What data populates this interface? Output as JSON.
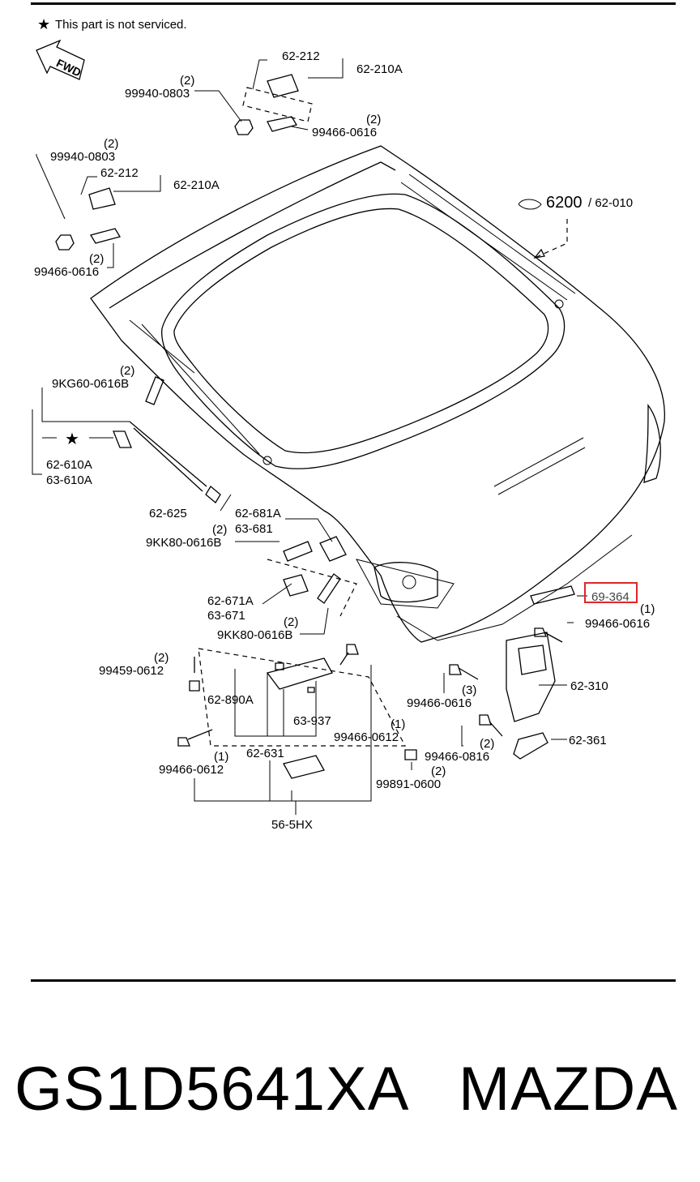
{
  "note": "This part is not serviced.",
  "fwd": "FWD",
  "labels": {
    "l_62212a": "62-212",
    "l_62210a_a": "62-210A",
    "l_q2_a": "(2)",
    "l_99940_a": "99940-0803",
    "l_q2_b": "(2)",
    "l_99466_a": "99466-0616",
    "l_q2_c": "(2)",
    "l_99940_b": "99940-0803",
    "l_62212b": "62-212",
    "l_62210a_b": "62-210A",
    "l_q2_d": "(2)",
    "l_99466_b": "99466-0616",
    "l_6200": "6200",
    "l_62010": "/ 62-010",
    "l_q2_e": "(2)",
    "l_9kg60": "9KG60-0616B",
    "l_62610a": "62-610A",
    "l_63610a": "63-610A",
    "l_62625": "62-625",
    "l_62681a": "62-681A",
    "l_63681": "63-681",
    "l_q2_f": "(2)",
    "l_9kk80_a": "9KK80-0616B",
    "l_62671a": "62-671A",
    "l_63671": "63-671",
    "l_q2_g": "(2)",
    "l_9kk80_b": "9KK80-0616B",
    "l_69364": "69-364",
    "l_q1_a": "(1)",
    "l_99466_c": "99466-0616",
    "l_q2_h": "(2)",
    "l_99459": "99459-0612",
    "l_62890a": "62-890A",
    "l_63937": "63-937",
    "l_q1_b": "(1)",
    "l_99466_d": "99466-0612",
    "l_62631": "62-631",
    "l_q1_c": "(1)",
    "l_99466_e": "99466-0612",
    "l_q2_i": "(2)",
    "l_99891": "99891-0600",
    "l_565hx": "56-5HX",
    "l_99466_f": "99466-0616",
    "l_q3": "(3)",
    "l_62310": "62-310",
    "l_q2_j": "(2)",
    "l_99466_g": "99466-0816",
    "l_62361": "62-361"
  },
  "footer": {
    "part_number": "GS1D5641XA",
    "brand": "MAZDA"
  },
  "colors": {
    "highlight": "#e0262a",
    "ink": "#000000"
  }
}
